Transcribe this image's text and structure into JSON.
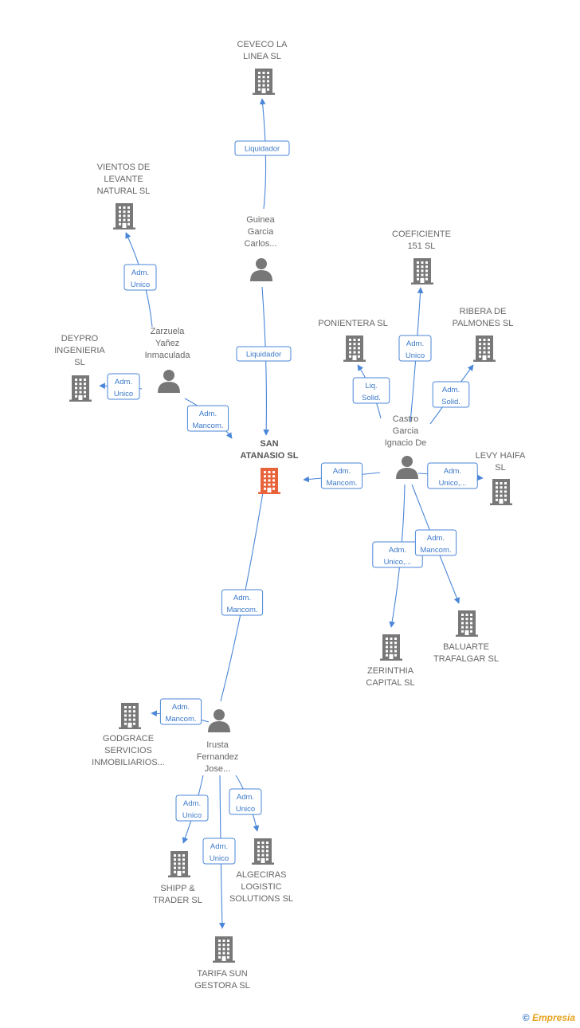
{
  "colors": {
    "company": "#787878",
    "company_main": "#e8623a",
    "person": "#777777",
    "edge": "#4a86d8",
    "label": "#666666"
  },
  "icons": {
    "company": "building-icon",
    "person": "person-icon"
  },
  "nodes": [
    {
      "id": "san_atanasio",
      "kind": "company",
      "main": true,
      "lines": [
        "SAN",
        "ATANASIO  SL"
      ]
    },
    {
      "id": "ceveco",
      "kind": "company",
      "lines": [
        "CEVECO LA",
        "LINEA SL"
      ]
    },
    {
      "id": "vientos",
      "kind": "company",
      "lines": [
        "VIENTOS DE",
        "LEVANTE",
        "NATURAL  SL"
      ]
    },
    {
      "id": "deypro",
      "kind": "company",
      "lines": [
        "DEYPRO",
        "INGENIERIA",
        "SL"
      ]
    },
    {
      "id": "guinea",
      "kind": "person",
      "lines": [
        "Guinea",
        "Garcia",
        "Carlos..."
      ]
    },
    {
      "id": "zarzuela",
      "kind": "person",
      "lines": [
        "Zarzuela",
        "Yañez",
        "Inmaculada"
      ]
    },
    {
      "id": "coeficiente",
      "kind": "company",
      "lines": [
        "COEFICIENTE",
        "151  SL"
      ]
    },
    {
      "id": "ponientera",
      "kind": "company",
      "lines": [
        "PONIENTERA SL"
      ]
    },
    {
      "id": "ribera",
      "kind": "company",
      "lines": [
        "RIBERA DE",
        "PALMONES  SL"
      ]
    },
    {
      "id": "castro",
      "kind": "person",
      "lines": [
        "Castro",
        "Garcia",
        "Ignacio De"
      ]
    },
    {
      "id": "levy",
      "kind": "company",
      "lines": [
        "LEVY HAIFA",
        "SL"
      ]
    },
    {
      "id": "baluarte",
      "kind": "company",
      "lines": [
        "BALUARTE",
        "TRAFALGAR SL"
      ]
    },
    {
      "id": "zerinthia",
      "kind": "company",
      "lines": [
        "ZERINTHIA",
        "CAPITAL  SL"
      ]
    },
    {
      "id": "godgrace",
      "kind": "company",
      "lines": [
        "GODGRACE",
        "SERVICIOS",
        "INMOBILIARIOS..."
      ]
    },
    {
      "id": "irusta",
      "kind": "person",
      "lines": [
        "Irusta",
        "Fernandez",
        "Jose..."
      ]
    },
    {
      "id": "shipp",
      "kind": "company",
      "lines": [
        "SHIPP &",
        "TRADER SL"
      ]
    },
    {
      "id": "algeciras",
      "kind": "company",
      "lines": [
        "ALGECIRAS",
        "LOGISTIC",
        "SOLUTIONS SL"
      ]
    },
    {
      "id": "tarifa",
      "kind": "company",
      "lines": [
        "TARIFA SUN",
        "GESTORA  SL"
      ]
    }
  ],
  "edges": [
    {
      "from": "guinea",
      "to": "ceveco",
      "label": [
        "Liquidador"
      ]
    },
    {
      "from": "guinea",
      "to": "san_atanasio",
      "label": [
        "Liquidador"
      ]
    },
    {
      "from": "zarzuela",
      "to": "vientos",
      "label": [
        "Adm.",
        "Unico"
      ]
    },
    {
      "from": "zarzuela",
      "to": "deypro",
      "label": [
        "Adm.",
        "Unico"
      ]
    },
    {
      "from": "zarzuela",
      "to": "san_atanasio",
      "label": [
        "Adm.",
        "Mancom."
      ]
    },
    {
      "from": "castro",
      "to": "coeficiente",
      "label": [
        "Adm.",
        "Unico"
      ]
    },
    {
      "from": "castro",
      "to": "ponientera",
      "label": [
        "Liq.",
        "Solid."
      ]
    },
    {
      "from": "castro",
      "to": "ribera",
      "label": [
        "Adm.",
        "Solid."
      ]
    },
    {
      "from": "castro",
      "to": "san_atanasio",
      "label": [
        "Adm.",
        "Mancom."
      ]
    },
    {
      "from": "castro",
      "to": "levy",
      "label": [
        "Adm.",
        "Unico,..."
      ]
    },
    {
      "from": "castro",
      "to": "zerinthia",
      "label": [
        "Adm.",
        "Unico,..."
      ]
    },
    {
      "from": "castro",
      "to": "baluarte",
      "label": [
        "Adm.",
        "Mancom."
      ]
    },
    {
      "from": "irusta",
      "to": "san_atanasio",
      "label": [
        "Adm.",
        "Mancom."
      ]
    },
    {
      "from": "irusta",
      "to": "godgrace",
      "label": [
        "Adm.",
        "Mancom."
      ]
    },
    {
      "from": "irusta",
      "to": "shipp",
      "label": [
        "Adm.",
        "Unico"
      ]
    },
    {
      "from": "irusta",
      "to": "algeciras",
      "label": [
        "Adm.",
        "Unico"
      ]
    },
    {
      "from": "irusta",
      "to": "tarifa",
      "label": [
        "Adm.",
        "Unico"
      ]
    }
  ],
  "footer": {
    "copyright": "©",
    "brand": "Empresia"
  }
}
